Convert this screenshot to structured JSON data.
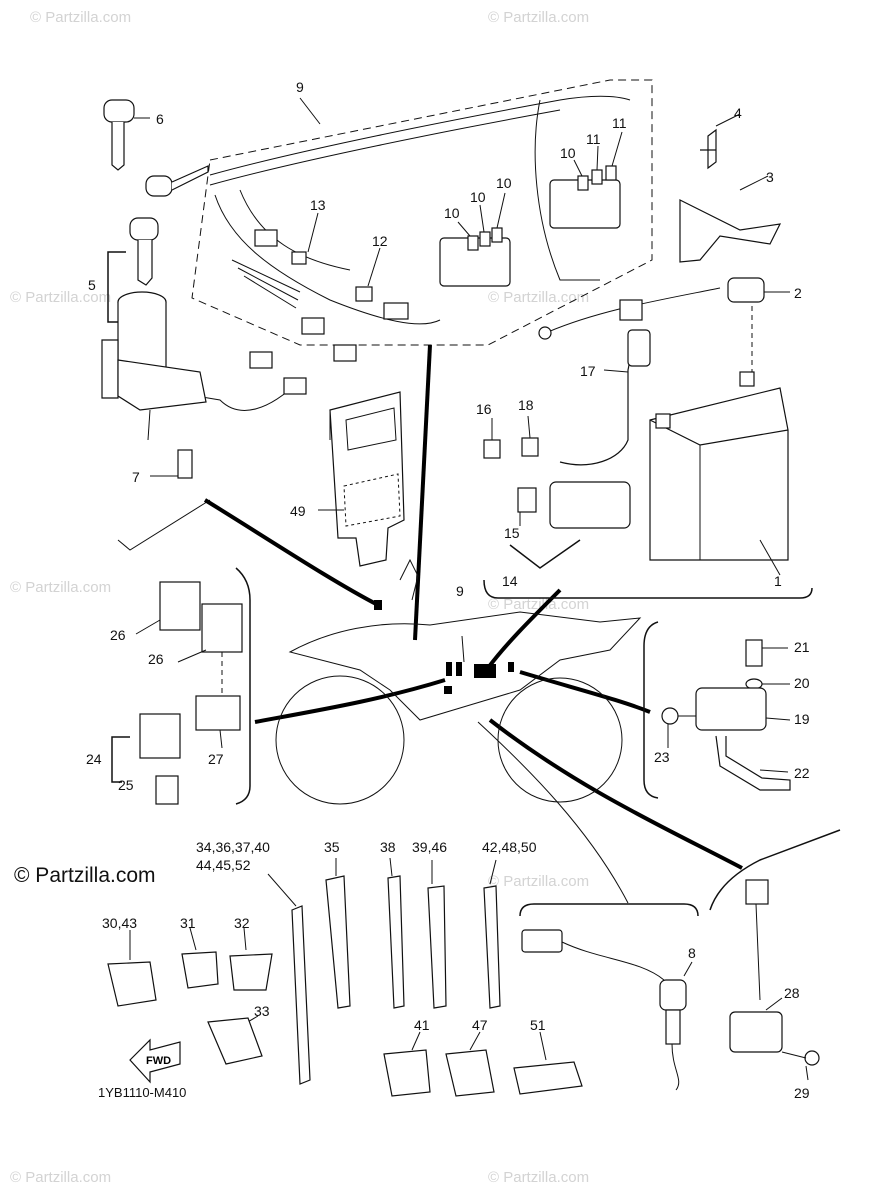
{
  "watermark": "© Partzilla.com",
  "brand_label": "© Partzilla.com",
  "diagram_code": "1YB1110-M410",
  "fwd_label": "FWD",
  "callouts": {
    "c1": "1",
    "c2": "2",
    "c3": "3",
    "c4": "4",
    "c5": "5",
    "c6": "6",
    "c7": "7",
    "c8": "8",
    "c9a": "9",
    "c9b": "9",
    "c10a": "10",
    "c10b": "10",
    "c10c": "10",
    "c10d": "10",
    "c11a": "11",
    "c11b": "11",
    "c12": "12",
    "c13": "13",
    "c14": "14",
    "c15": "15",
    "c16": "16",
    "c17": "17",
    "c18": "18",
    "c19": "19",
    "c20": "20",
    "c21": "21",
    "c22": "22",
    "c23": "23",
    "c24": "24",
    "c25": "25",
    "c26a": "26",
    "c26b": "26",
    "c27": "27",
    "c28": "28",
    "c29": "29",
    "c30_43": "30,43",
    "c31": "31",
    "c32": "32",
    "c33": "33",
    "c34_40": "34,36,37,40",
    "c44_52": "44,45,52",
    "c35": "35",
    "c38": "38",
    "c39_46": "39,46",
    "c42_50": "42,48,50",
    "c41": "41",
    "c47": "47",
    "c49": "49",
    "c51": "51"
  }
}
